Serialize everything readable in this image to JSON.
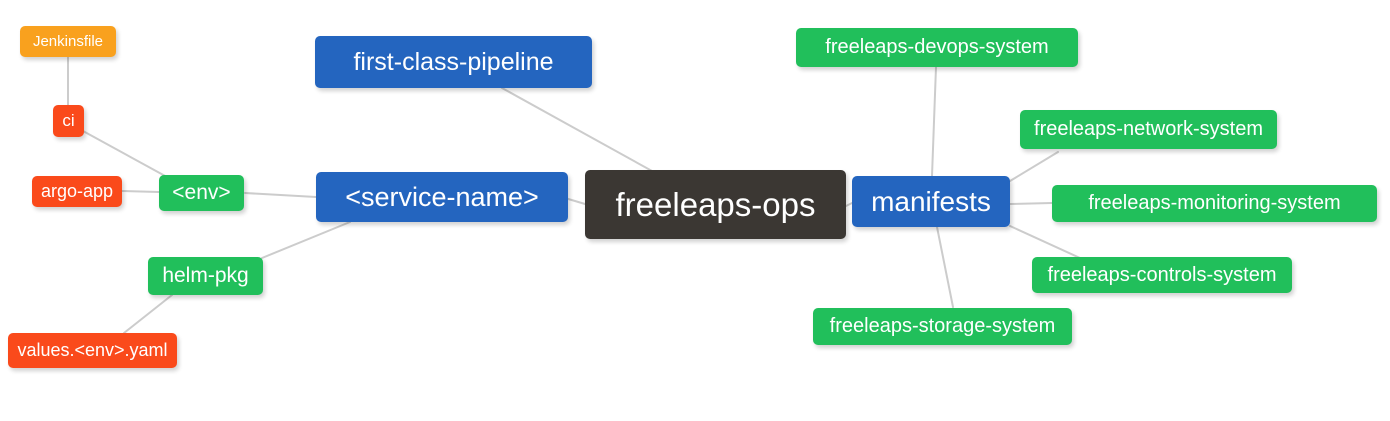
{
  "diagram": {
    "type": "mindmap",
    "root": "freeleaps-ops"
  },
  "palette": {
    "root_node": "#3b3733",
    "branch_node": "#2465bf",
    "leaf_green": "#21bf5b",
    "leaf_red": "#fa4a1b",
    "leaf_orange": "#f9a11e",
    "edge": "#cccccc",
    "node_text": "#ffffff",
    "background": "#ffffff"
  },
  "nodes": {
    "freeleaps_ops": {
      "label": "freeleaps-ops",
      "color": "#3b3733",
      "level": 0
    },
    "first_class_pipeline": {
      "label": "first-class-pipeline",
      "color": "#2465bf",
      "level": 1
    },
    "service_name": {
      "label": "<service-name>",
      "color": "#2465bf",
      "level": 1
    },
    "manifests": {
      "label": "manifests",
      "color": "#2465bf",
      "level": 1
    },
    "env": {
      "label": "<env>",
      "color": "#21bf5b",
      "level": 2
    },
    "helm_pkg": {
      "label": "helm-pkg",
      "color": "#21bf5b",
      "level": 2
    },
    "ci": {
      "label": "ci",
      "color": "#fa4a1b",
      "level": 3
    },
    "argo_app": {
      "label": "argo-app",
      "color": "#fa4a1b",
      "level": 3
    },
    "jenkinsfile": {
      "label": "Jenkinsfile",
      "color": "#f9a11e",
      "level": 4
    },
    "values_env_yaml": {
      "label": "values.<env>.yaml",
      "color": "#fa4a1b",
      "level": 3
    },
    "devops_system": {
      "label": "freeleaps-devops-system",
      "color": "#21bf5b",
      "level": 2
    },
    "network_system": {
      "label": "freeleaps-network-system",
      "color": "#21bf5b",
      "level": 2
    },
    "monitoring_system": {
      "label": "freeleaps-monitoring-system",
      "color": "#21bf5b",
      "level": 2
    },
    "controls_system": {
      "label": "freeleaps-controls-system",
      "color": "#21bf5b",
      "level": 2
    },
    "storage_system": {
      "label": "freeleaps-storage-system",
      "color": "#21bf5b",
      "level": 2
    }
  },
  "edges": [
    [
      "jenkinsfile",
      "ci"
    ],
    [
      "ci",
      "env"
    ],
    [
      "argo_app",
      "env"
    ],
    [
      "env",
      "service_name"
    ],
    [
      "helm_pkg",
      "service_name"
    ],
    [
      "values_env_yaml",
      "helm_pkg"
    ],
    [
      "first_class_pipeline",
      "freeleaps_ops"
    ],
    [
      "service_name",
      "freeleaps_ops"
    ],
    [
      "freeleaps_ops",
      "manifests"
    ],
    [
      "manifests",
      "devops_system"
    ],
    [
      "manifests",
      "network_system"
    ],
    [
      "manifests",
      "monitoring_system"
    ],
    [
      "manifests",
      "controls_system"
    ],
    [
      "manifests",
      "storage_system"
    ]
  ]
}
